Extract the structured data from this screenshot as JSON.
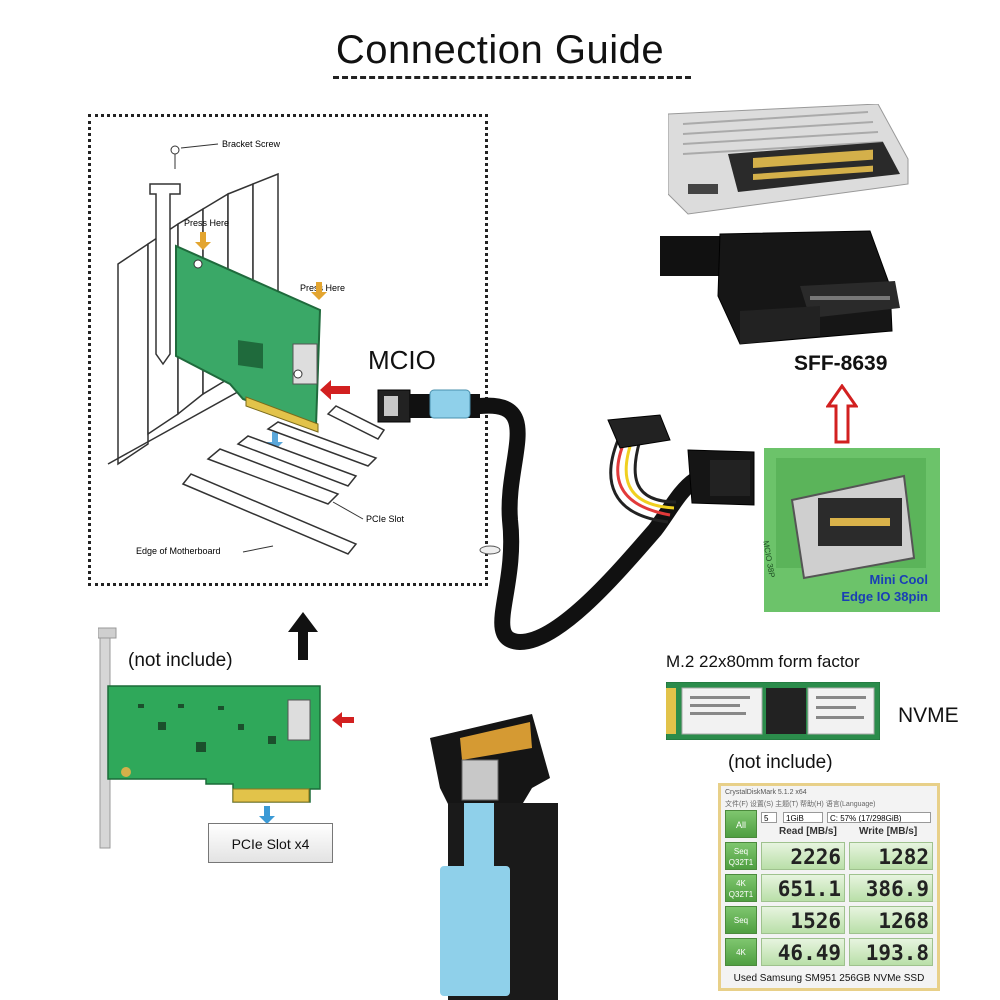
{
  "title": "Connection Guide",
  "diagram": {
    "bracket_screw": "Bracket Screw",
    "press_here_1": "Press Here",
    "press_here_2": "Press Here",
    "pcie_slot": "PCIe Slot",
    "edge_of_motherboard": "Edge of Motherboard"
  },
  "labels": {
    "mcio": "MCIO",
    "sff": "SFF-8639",
    "mini_cool_1": "Mini Cool",
    "mini_cool_2": "Edge IO 38pin",
    "mcio_38p": "MCIO 38P",
    "not_include_card": "(not include)",
    "m2_form": "M.2 22x80mm form factor",
    "nvme": "NVME",
    "not_include_ssd": "(not include)",
    "pcie_slot_x4": "PCIe Slot x4"
  },
  "benchmark": {
    "window_title": "CrystalDiskMark 5.1.2 x64",
    "menu": "文件(F)  设置(S)  主题(T)  帮助(H)  语言(Language)",
    "controls": {
      "count": "5",
      "size": "1GiB",
      "drive": "C: 57% (17/298GiB)"
    },
    "all_label": "All",
    "read_header": "Read [MB/s]",
    "write_header": "Write [MB/s]",
    "rows": [
      {
        "label": "Seq Q32T1",
        "read": "2226",
        "write": "1282"
      },
      {
        "label": "4K Q32T1",
        "read": "651.1",
        "write": "386.9"
      },
      {
        "label": "Seq",
        "read": "1526",
        "write": "1268"
      },
      {
        "label": "4K",
        "read": "46.49",
        "write": "193.8"
      }
    ],
    "footer": "Used Samsung SM951 256GB NVMe SSD"
  },
  "colors": {
    "pcb_green": "#2fa85a",
    "cable_black": "#111111",
    "arrow_red": "#d22020",
    "tab_blue": "#8fd0ea",
    "mini_cool_text": "#1a3fb5"
  }
}
